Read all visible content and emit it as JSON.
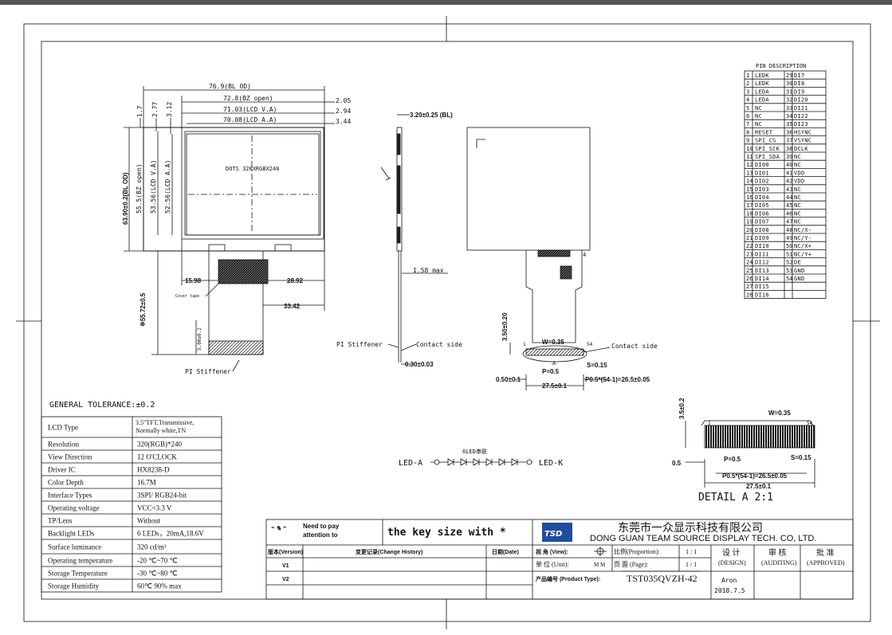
{
  "drawing": {
    "overall_width": "76.9(BL OD)",
    "bz_open_width": "72.8(BZ open)",
    "lcd_va_width": "71.03(LCD V.A)",
    "lcd_aa_width": "70.08(LCD A.A)",
    "dim_2_05": "2.05",
    "dim_2_94": "2.94",
    "dim_3_44": "3.44",
    "dim_1_7": "1.7",
    "dim_2_77": "2.77",
    "dim_3_12": "3.12",
    "overall_height": "63.90±0.2(BL OD)",
    "bz_open_height": "55.5(BZ open)",
    "lcd_va_height": "53.56(LCD V.A)",
    "lcd_aa_height": "52.56(LCD A.A)",
    "dots": "DOTS 320XRGBX240",
    "dim_15_98": "15.98",
    "dim_28_92": "28.92",
    "dim_33_42": "33.42",
    "cover_tape": "Cover tape",
    "fpc_length": "※55.72±0.5",
    "dim_5_00": "5.00±0.2",
    "pi_stiffener_1": "PI Stiffener",
    "thickness": "3.20±0.25 (BL)",
    "max_158": "1.58 max",
    "pi_stiffener_2": "PI Stiffener",
    "contact_side_1": "Contact side",
    "dim_030": "0.30±0.03",
    "dim_350": "3.50±0.20",
    "w_035": "W=0.35",
    "pin_54": "54",
    "pin_1": "1",
    "contact_side_2": "Contact side",
    "mark_a": "A",
    "p_05": "P=0.5",
    "s_015": "S=0.15",
    "dim_050": "0.50±0.1",
    "dim_275": "27.5±0.1",
    "pitch": "P0.5*(54-1)=26.5±0.05",
    "dim_4": "4",
    "led_title": "6LED串联",
    "led_a": "LED-A",
    "led_k": "LED-K",
    "detail_35": "3.5±0.2",
    "detail_w": "W=0.35",
    "detail_54": "54",
    "detail_1": "1",
    "detail_05": "0.5",
    "detail_p": "P=0.5",
    "detail_s": "S=0.15",
    "detail_pitch": "P0.5*(54-1)=26.5±0.05",
    "detail_275": "27.5±0.1",
    "detail_title": "DETAIL A   2:1"
  },
  "pins": {
    "title": "PIN DESCRIPTION",
    "rows": [
      [
        "1",
        "LEDK",
        "29",
        "DI7"
      ],
      [
        "2",
        "LEDK",
        "30",
        "DI8"
      ],
      [
        "3",
        "LEDA",
        "31",
        "DI9"
      ],
      [
        "4",
        "LEDA",
        "32",
        "DI20"
      ],
      [
        "5",
        "NC",
        "33",
        "DI21"
      ],
      [
        "6",
        "NC",
        "34",
        "DI22"
      ],
      [
        "7",
        "NC",
        "35",
        "DI23"
      ],
      [
        "8",
        "RESET",
        "36",
        "HSYNC"
      ],
      [
        "9",
        "SPI_CS",
        "37",
        "VSYNC"
      ],
      [
        "10",
        "SPI_SCK",
        "38",
        "DCLK"
      ],
      [
        "11",
        "SPI_SDA",
        "39",
        "NC"
      ],
      [
        "12",
        "DI00",
        "40",
        "NC"
      ],
      [
        "13",
        "DI01",
        "41",
        "VDD"
      ],
      [
        "14",
        "DI02",
        "42",
        "VDD"
      ],
      [
        "15",
        "DI03",
        "43",
        "NC"
      ],
      [
        "16",
        "DI04",
        "44",
        "NC"
      ],
      [
        "17",
        "DI05",
        "45",
        "NC"
      ],
      [
        "18",
        "DI06",
        "46",
        "NC"
      ],
      [
        "19",
        "DI07",
        "47",
        "NC"
      ],
      [
        "20",
        "DI08",
        "48",
        "NC/X-"
      ],
      [
        "21",
        "DI09",
        "49",
        "NC/Y-"
      ],
      [
        "22",
        "DI10",
        "50",
        "NC/X+"
      ],
      [
        "23",
        "DI11",
        "51",
        "NC/Y+"
      ],
      [
        "24",
        "DI12",
        "52",
        "DE"
      ],
      [
        "25",
        "DI13",
        "53",
        "GND"
      ],
      [
        "26",
        "DI14",
        "54",
        "GND"
      ],
      [
        "27",
        "DI15",
        "",
        ""
      ],
      [
        "28",
        "DI16",
        "",
        ""
      ]
    ],
    "red_color": "#dd0000"
  },
  "tolerance": "GENERAL TOLERANCE:±0.2",
  "specs": [
    [
      "LCD Type",
      "3.5\"TFT,Transmissive,",
      "Normally white,TN"
    ],
    [
      "Resolution",
      "320(RGB)*240",
      ""
    ],
    [
      "View Direction",
      "12  O'CLOCK",
      ""
    ],
    [
      "Driver IC",
      "HX8238-D",
      ""
    ],
    [
      "Color Depth",
      "16.7M",
      ""
    ],
    [
      "Interface Types",
      "3SPI/ RGB24-bit",
      ""
    ],
    [
      "Operating voltage",
      "VCC=3.3 V",
      ""
    ],
    [
      "TP/Lens",
      "Without",
      ""
    ],
    [
      "Backlight LEDs",
      "6 LEDs，20mA,18.6V",
      ""
    ],
    [
      "Surface luminance",
      "320 cd/m²",
      ""
    ],
    [
      "Operating temperature",
      "-20  ℃~70  ℃",
      ""
    ],
    [
      "Storage Temperature",
      "-30  ℃~80  ℃",
      ""
    ],
    [
      "Storage Humidity",
      "60℃  90%  max",
      ""
    ]
  ],
  "titleblock": {
    "need_to_pay": "Need to pay",
    "attention_to": "attention to",
    "key_size": "the key size with *",
    "company_cn": "东莞市一众显示科技有限公司",
    "company_en": "DONG GUAN TEAM SOURCE DISPLAY TECH. CO, LTD.",
    "version_h": "版本(Version)",
    "change_h": "变更记录(Change History)",
    "date_h": "日期(Date)",
    "v1": "V1",
    "v2": "V2",
    "view_label": "视  角 (View):",
    "unit_label": "单  位 (Unit):",
    "unit_val": "M M",
    "proportion_label": "比例(Proportion):",
    "proportion_val": "1 : 1",
    "page_label": "页   面 (Page):",
    "page_val": "1 / 1",
    "product_label": "产品编号 (Product Type):",
    "product_val": "TST035QVZH-42",
    "design_cn": "设 计",
    "design_en": "(DESIGN)",
    "audit_cn": "审 核",
    "audit_en": "(AUDITING)",
    "approve_cn": "批 准",
    "approve_en": "(APPROVED)",
    "designer": "Aron",
    "date": "2018.7.5",
    "logo_text": "TSD"
  }
}
